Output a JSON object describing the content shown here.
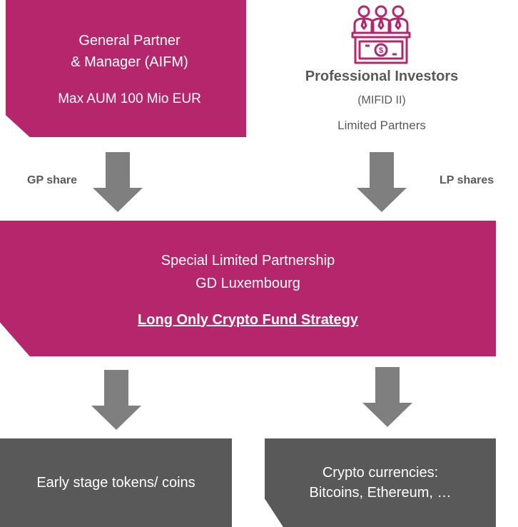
{
  "general_partner": {
    "line1": "General Partner",
    "line2": "& Manager (AIFM)",
    "aum": "Max AUM 100 Mio EUR"
  },
  "investors": {
    "title": "Professional Investors",
    "regulation": "(MIFID II)",
    "role": "Limited Partners",
    "icon": "investors-at-desk-icon"
  },
  "arrows": {
    "gp_label": "GP share",
    "lp_label": "LP shares"
  },
  "fund": {
    "line1": "Special Limited Partnership",
    "line2": "GD Luxembourg",
    "strategy": "Long Only Crypto Fund Strategy"
  },
  "outputs": {
    "tokens": "Early stage tokens/ coins",
    "crypto_line1": "Crypto currencies:",
    "crypto_line2": "Bitcoins, Ethereum, …"
  },
  "colors": {
    "magenta": "#b5266c",
    "grey_box": "#595959",
    "arrow": "#7f7f7f"
  }
}
